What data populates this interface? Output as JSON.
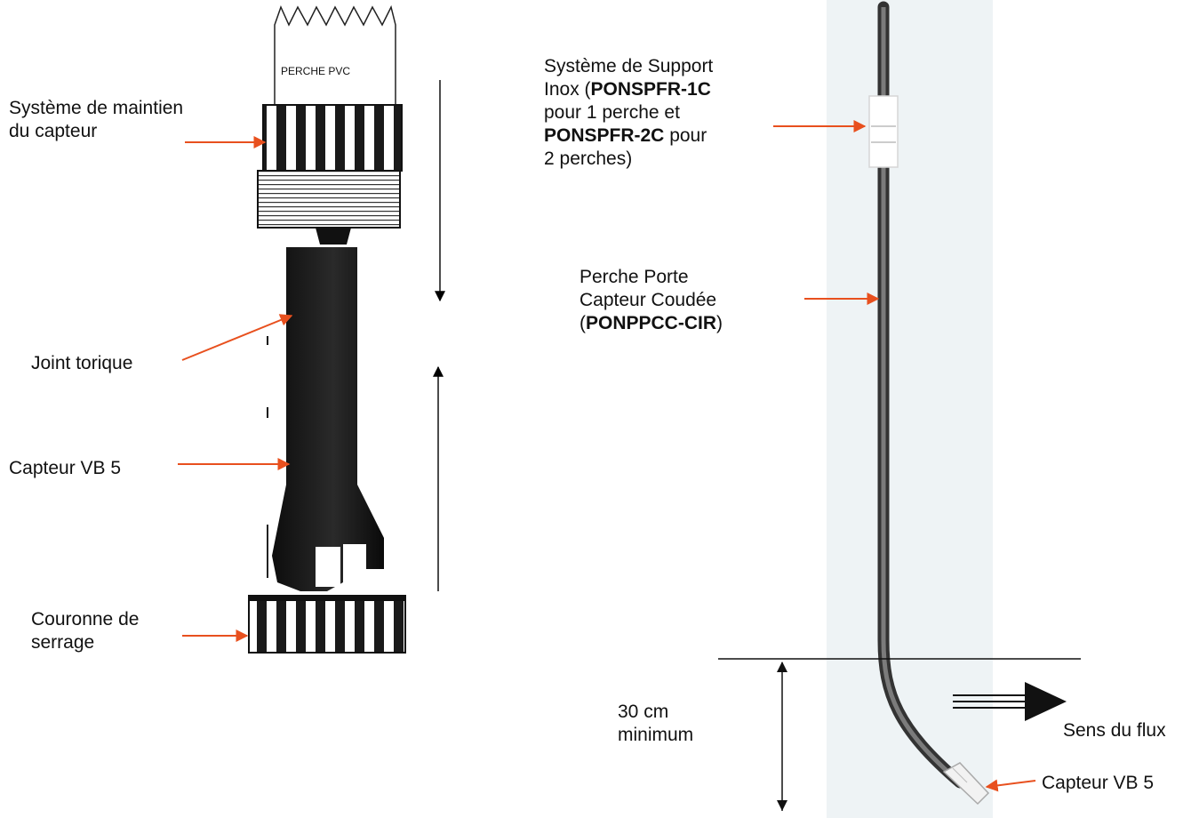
{
  "left": {
    "pole_label": "PERCHE PVC",
    "holder_label_line1": "Système de maintien",
    "holder_label_line2": "du capteur",
    "oring_label": "Joint torique",
    "sensor_label": "Capteur VB 5",
    "crown_label_line1": "Couronne de",
    "crown_label_line2": "serrage"
  },
  "right": {
    "support_line1": "Système de Support",
    "support_line2_pre": "Inox (",
    "support_code1": "PONSPFR-1C",
    "support_line3": "pour 1 perche et",
    "support_code2": "PONSPFR-2C",
    "support_line4_post": " pour",
    "support_line5": "2 perches)",
    "pole_line1": "Perche Porte",
    "pole_line2": "Capteur Coudée",
    "pole_code_pre": "(",
    "pole_code": "PONPPCC-CIR",
    "pole_code_post": ")",
    "depth_line1": "30 cm",
    "depth_line2": "minimum",
    "flow_label": "Sens du flux",
    "sensor_label": "Capteur VB 5"
  },
  "colors": {
    "arrow": "#e8501e",
    "water_band": "#eef3f5",
    "sensor_body": "#1a1a1a",
    "pole": "#555555"
  }
}
